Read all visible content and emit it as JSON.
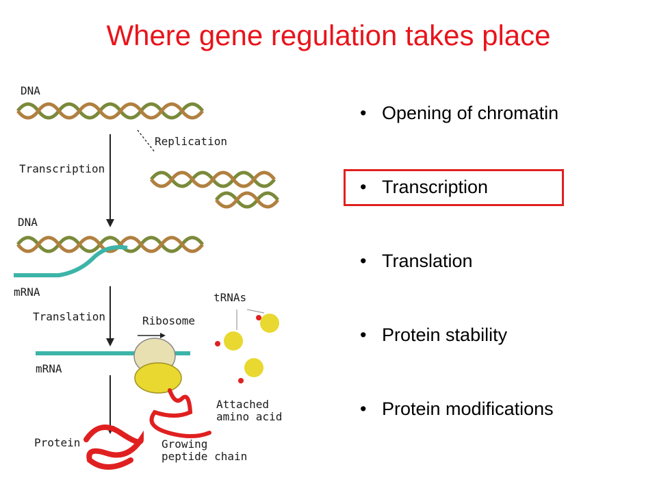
{
  "title": "Where gene regulation takes place",
  "bullets": [
    "Opening of chromatin",
    "Transcription",
    "Translation",
    "Protein stability",
    "Protein modifications"
  ],
  "highlighted_bullet": "Transcription",
  "diagram": {
    "labels": {
      "dna_top": "DNA",
      "replication": "Replication",
      "transcription": "Transcription",
      "dna_mid": "DNA",
      "mrna_mid": "mRNA",
      "translation": "Translation",
      "ribosome": "Ribosome",
      "trnas": "tRNAs",
      "mrna_bottom": "mRNA",
      "attached_1": "Attached",
      "attached_2": "amino acid",
      "protein": "Protein",
      "growing_1": "Growing",
      "growing_2": "peptide chain"
    }
  },
  "colors": {
    "title": "#e8141b",
    "highlight_box": "#e02020",
    "dna_strand": "#7a8a3a",
    "mrna": "#3cb4a8",
    "ribosome": "#e8d830",
    "protein": "#e02020"
  }
}
